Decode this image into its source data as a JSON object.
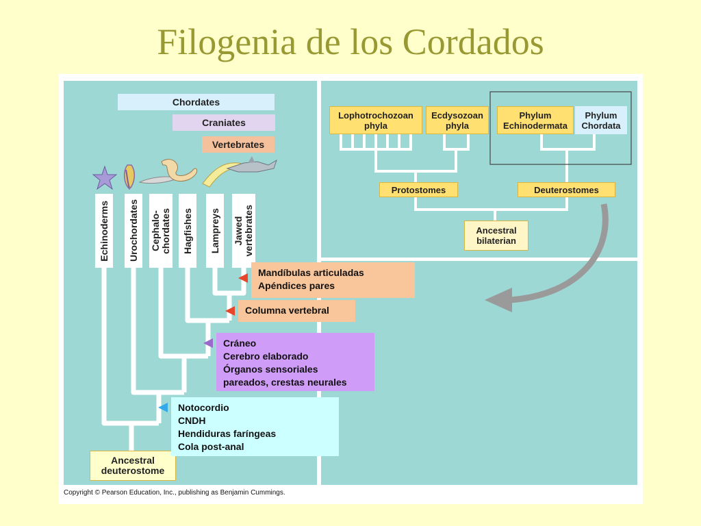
{
  "title": "Filogenia de los Cordados",
  "colors": {
    "panel": "#9ed8d5",
    "frame": "#ffffff",
    "title": "#999933",
    "chordates": "#d7f0fb",
    "craniates": "#e2d5ef",
    "vertebrates": "#f5c19c"
  },
  "groups": {
    "chordates": "Chordates",
    "craniates": "Craniates",
    "vertebrates": "Vertebrates"
  },
  "taxa": [
    "Echinoderms",
    "Urochordates",
    "Cephalo-\nchordates",
    "Hagfishes",
    "Lampreys",
    "Jawed\nvertebrates"
  ],
  "ancestor": {
    "line1": "Ancestral",
    "line2": "deuterostome"
  },
  "characters": [
    {
      "lines": [
        "Mandíbulas articuladas",
        "Apéndices pares"
      ],
      "color": "#f9c59a",
      "marker": "#e8462a"
    },
    {
      "lines": [
        "Columna vertebral"
      ],
      "color": "#f9c59a",
      "marker": "#e8462a"
    },
    {
      "lines": [
        "Cráneo",
        "Cerebro elaborado",
        "Órganos sensoriales",
        "pareados, crestas neurales"
      ],
      "color": "#cf9cf7",
      "marker": "#9a6acb"
    },
    {
      "lines": [
        "Notocordio",
        "CNDH",
        "Hendiduras faríngeas",
        "Cola post-anal"
      ],
      "color": "#ccffff",
      "marker": "#31a9ea"
    }
  ],
  "inset": {
    "lophotrochozoa": {
      "line1": "Lophotrochozoan",
      "line2": "phyla"
    },
    "ecdysozoa": {
      "line1": "Ecdysozoan",
      "line2": "phyla"
    },
    "echinodermata": {
      "line1": "Phylum",
      "line2": "Echinodermata"
    },
    "chordata": {
      "line1": "Phylum",
      "line2": "Chordata"
    },
    "protostomes": "Protostomes",
    "deuterostomes": "Deuterostomes",
    "ancestral": {
      "line1": "Ancestral",
      "line2": "bilaterian"
    }
  },
  "icons": [
    "starfish-icon",
    "tunicate-icon",
    "lancelet-icon",
    "hagfish-icon",
    "lamprey-icon",
    "shark-icon",
    "curved-arrow-icon"
  ],
  "copyright": "Copyright © Pearson Education, Inc., publishing as Benjamin Cummings."
}
